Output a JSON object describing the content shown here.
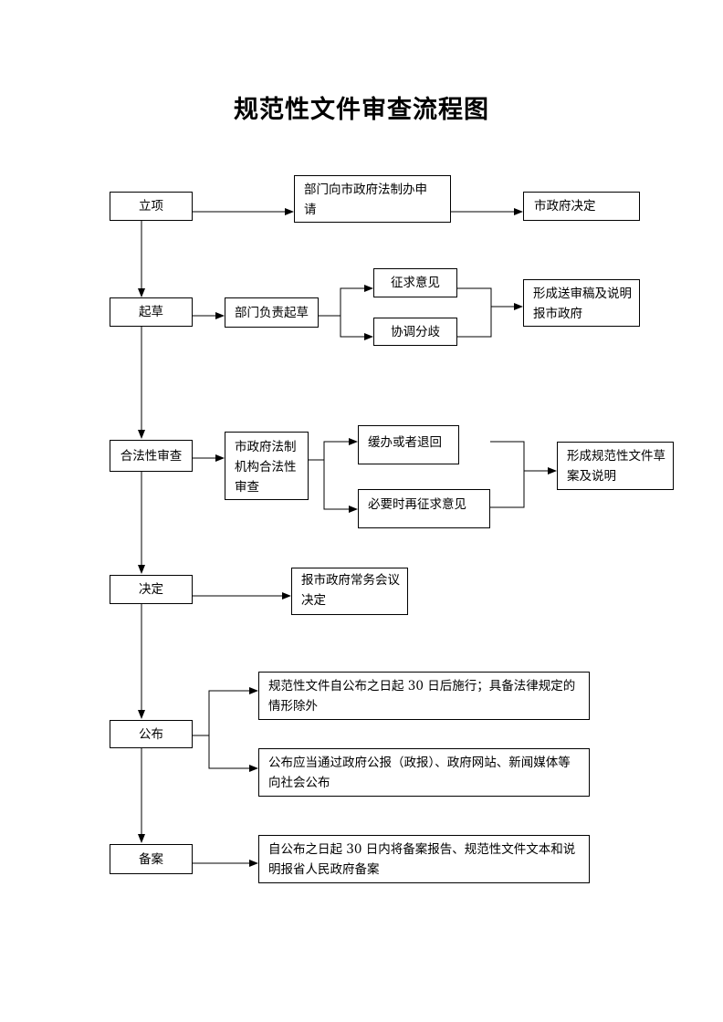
{
  "title": "规范性文件审查流程图",
  "stages": {
    "lixiang": "立项",
    "qicao": "起草",
    "hefaxing": "合法性审查",
    "jueding": "决定",
    "gongbu": "公布",
    "beian": "备案"
  },
  "nodes": {
    "apply": "部门向市政府法制办申请",
    "city_decide": "市政府决定",
    "dept_draft": "部门负责起草",
    "solicit": "征求意见",
    "coordinate": "协调分歧",
    "form_draft": "形成送审稿及说明报市政府",
    "legal_review": "市政府法制机构合法性审查",
    "suspend": "缓办或者退回",
    "resolicit": "必要时再征求意见",
    "form_doc": "形成规范性文件草案及说明",
    "report_meeting": "报市政府常务会议决定",
    "effective": "规范性文件自公布之日起 30 日后施行；具备法律规定的情形除外",
    "publish_channels": "公布应当通过政府公报（政报）、政府网站、新闻媒体等向社会公布",
    "filing": "自公布之日起 30 日内将备案报告、规范性文件文本和说明报省人民政府备案"
  }
}
